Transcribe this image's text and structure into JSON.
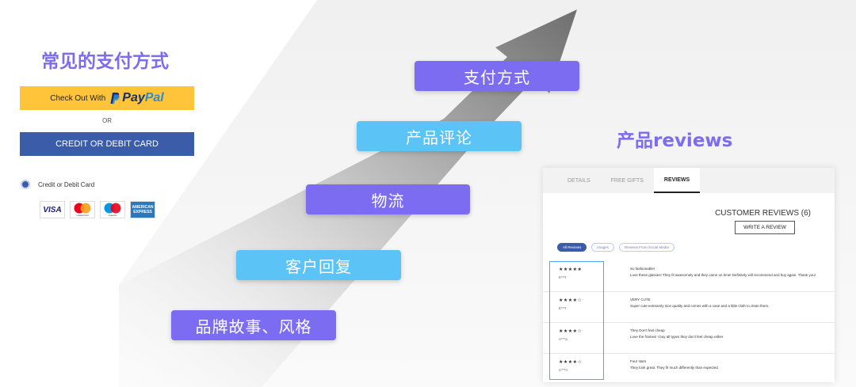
{
  "headings": {
    "payment": "常见的支付方式",
    "reviews": "产品reviews"
  },
  "steps": [
    {
      "label": "品牌故事、风格",
      "color": "#7b6cf1"
    },
    {
      "label": "客户回复",
      "color": "#5bc3f5"
    },
    {
      "label": "物流",
      "color": "#7b6cf1"
    },
    {
      "label": "产品评论",
      "color": "#5bc3f5"
    },
    {
      "label": "支付方式",
      "color": "#7b6cf1"
    }
  ],
  "payment_panel": {
    "paypal_prefix": "Check Out With",
    "paypal_pay": "Pay",
    "paypal_pal": "Pal",
    "or": "OR",
    "card_button": "CREDIT OR DEBIT CARD",
    "radio_label": "Credit or Debit Card",
    "card_logos": {
      "visa": "VISA",
      "mastercard": "mastercard",
      "maestro": "maestro",
      "amex": "AMERICAN EXPRESS"
    }
  },
  "reviews_panel": {
    "tabs": [
      "DETAILS",
      "FREE GIFTS",
      "REVIEWS"
    ],
    "active_tab": "REVIEWS",
    "customer_reviews_title": "CUSTOMER REVIEWS (6)",
    "write_review": "WRITE A REVIEW",
    "filters": [
      "All Reviews",
      "Images",
      "Reviews From Social Media"
    ],
    "reviews": [
      {
        "stars": "★★★★★",
        "name": "E***t",
        "title": "So fashionable!",
        "body": "Love these glasses! They fit awesomely and they came on time! Definitely will recommend and buy again. Thank you!"
      },
      {
        "stars": "★★★★☆",
        "name": "E***t",
        "title": "VERY CUTE",
        "body": "Super cute extreamly nice quality and comes with a case and a little cloth to clean them."
      },
      {
        "stars": "★★★★☆",
        "name": "A***a",
        "title": "They Don't feel cheap",
        "body": "Love the frames! I buy all types they don't feel cheap either"
      },
      {
        "stars": "★★★★☆",
        "name": "C***n",
        "title": "Four stars",
        "body": "They look great. They fit much differently than expected."
      }
    ]
  },
  "colors": {
    "purple": "#7b6cf1",
    "cyan": "#5bc3f5",
    "paypal_yellow": "#ffc43a",
    "card_blue": "#3b5ca8"
  }
}
